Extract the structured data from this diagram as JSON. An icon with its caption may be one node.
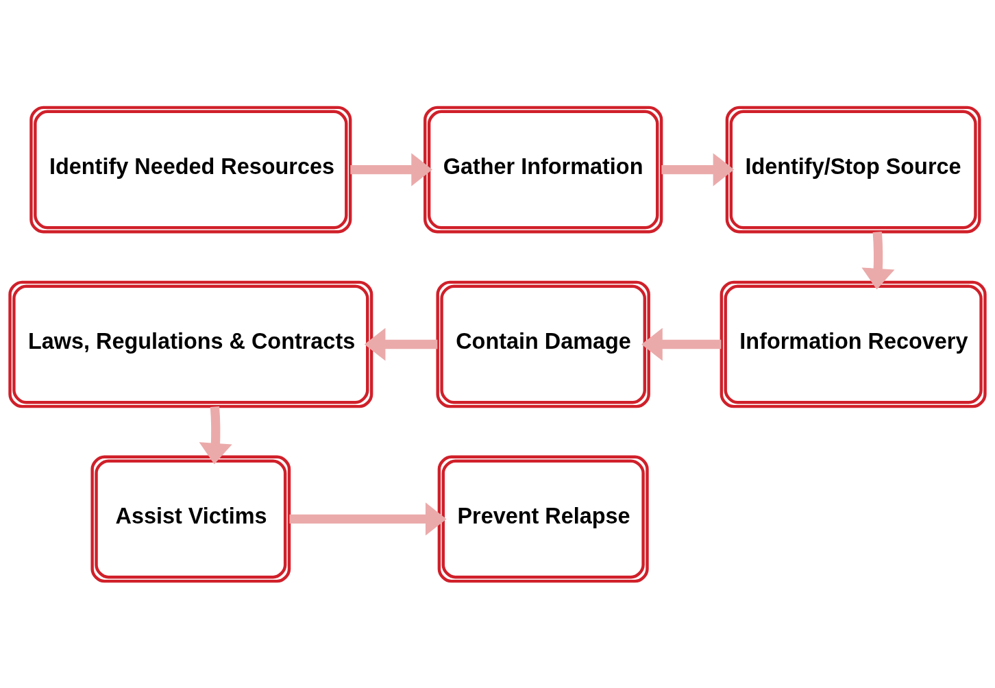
{
  "diagram": {
    "nodes": [
      {
        "text": [
          "Identify Needed Resources"
        ]
      },
      {
        "text": [
          "Gather Information"
        ]
      },
      {
        "text": [
          "Identify/Stop Source"
        ]
      },
      {
        "text": [
          "Laws, Regulations & Contracts"
        ]
      },
      {
        "text": [
          "Contain Damage"
        ]
      },
      {
        "text": [
          "Information Recovery"
        ]
      },
      {
        "text": [
          "Assist Victims"
        ]
      },
      {
        "text": [
          "Prevent Relapse"
        ]
      }
    ],
    "edges": [
      {
        "from": 0,
        "to": 1,
        "arrow": "to"
      },
      {
        "from": 1,
        "to": 2,
        "arrow": "to"
      },
      {
        "from": 2,
        "to": 5,
        "arrow": "to"
      },
      {
        "from": 5,
        "to": 4,
        "arrow": "to"
      },
      {
        "from": 4,
        "to": 3,
        "arrow": "to"
      },
      {
        "from": 3,
        "to": 6,
        "arrow": "to"
      },
      {
        "from": 6,
        "to": 7,
        "arrow": "to"
      }
    ]
  }
}
